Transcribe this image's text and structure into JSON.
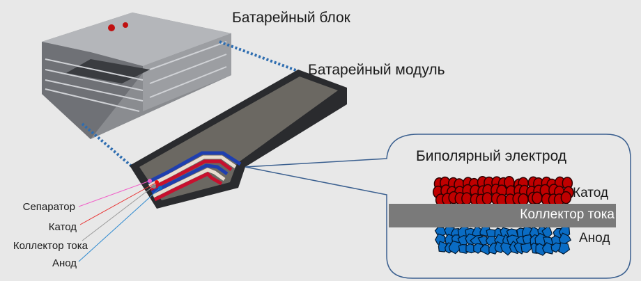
{
  "titles": {
    "pack": "Батарейный блок",
    "module": "Батарейный модуль",
    "electrode": "Биполярный электрод"
  },
  "legend": {
    "separator": "Сепаратор",
    "cathode": "Катод",
    "collector": "Коллектор тока",
    "anode": "Анод"
  },
  "electrode": {
    "cathode": "Катод",
    "collector": "Коллектор тока",
    "anode": "Анод"
  },
  "colors": {
    "background": "#e8e8e8",
    "cathode": "#c00000",
    "anode": "#0a6cc4",
    "collector": "#7a7a7a",
    "separator": "#f060c8",
    "callout_border": "#3a5f8f",
    "dotted_line": "#2e6db0"
  }
}
